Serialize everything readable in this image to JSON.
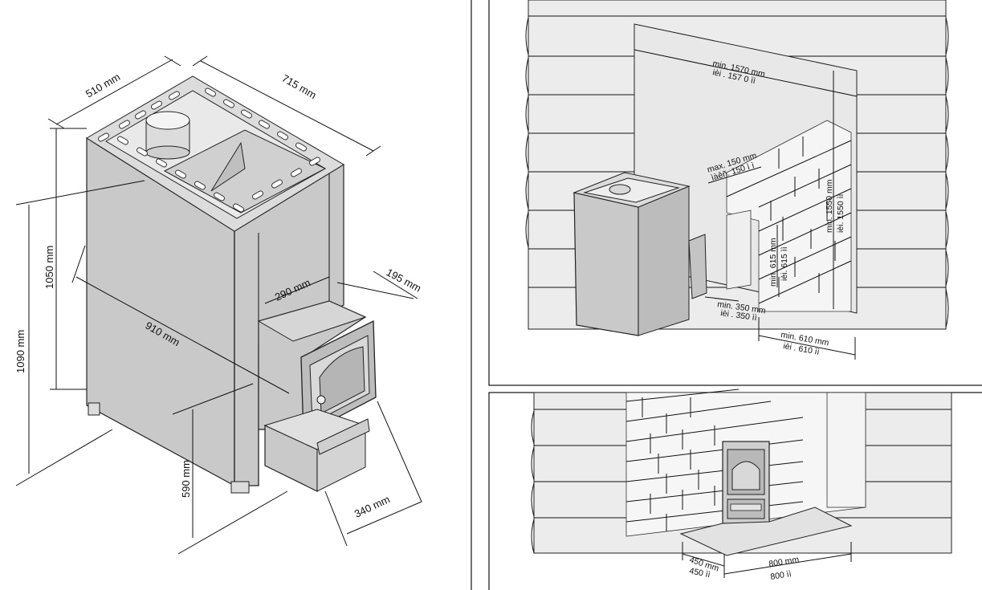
{
  "left_panel": {
    "labels": {
      "depth_top": "510 mm",
      "width_top": "715 mm",
      "height_body": "1050 mm",
      "height_total": "1090 mm",
      "diagonal": "910 mm",
      "firebox_width": "290 mm",
      "firebox_depth": "195 mm",
      "firebox_height": "590 mm",
      "ash_width": "340 mm"
    }
  },
  "top_right_panel": {
    "labels": {
      "min_width_en": "min. 1570 mm",
      "min_width_local": "ièi . 157 0 ìì",
      "max_gap_en": "max. 150 mm",
      "max_gap_local": "ìàêñ. 150 ì ì",
      "min_height_en": "min. 1550 mm",
      "min_height_local": "ièi. 1550 ìì",
      "min_depth_en": "min. 615 mm",
      "min_depth_local": "ièi. 615 ìì",
      "min_side_en": "min. 350 mm",
      "min_side_local": "ièi . 350 ìì",
      "min_front_en": "min. 610 mm",
      "min_front_local": "ièi . 610 ìì"
    }
  },
  "bottom_right_panel": {
    "labels": {
      "floor_depth_en": "450 mm",
      "floor_depth_local": "450 ìì",
      "floor_width_en": "800 mm",
      "floor_width_local": "800 ìì"
    }
  }
}
